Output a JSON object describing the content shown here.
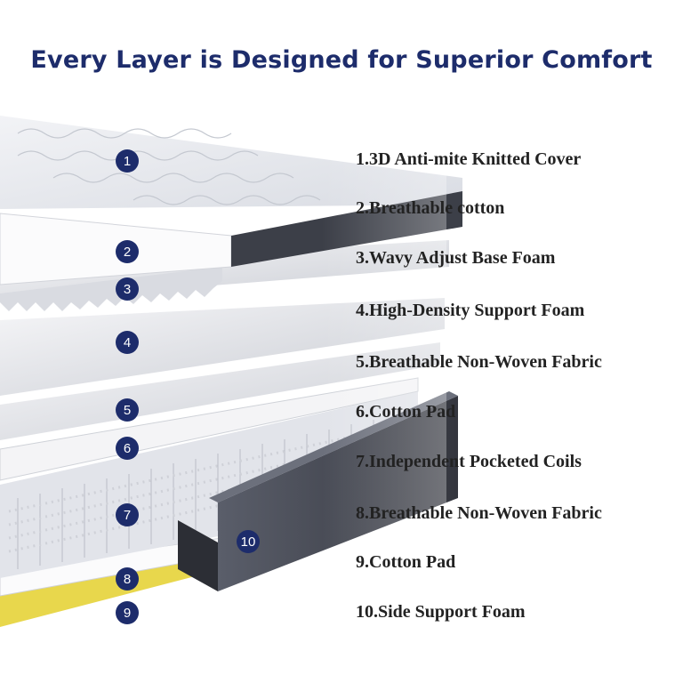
{
  "title": "Every Layer is Designed for Superior Comfort",
  "badges": [
    "1",
    "2",
    "3",
    "4",
    "5",
    "6",
    "7",
    "8",
    "9",
    "10"
  ],
  "layers": [
    "1.3D Anti-mite Knitted Cover",
    "2.Breathable cotton",
    "3.Wavy Adjust Base Foam",
    "4.High-Density Support Foam",
    "5.Breathable Non-Woven Fabric",
    "6.Cotton Pad",
    "7.Independent Pocketed Coils",
    "8.Breathable Non-Woven Fabric",
    "9.Cotton Pad",
    "10.Side Support Foam"
  ],
  "colors": {
    "brand": "#1d2c6b",
    "accent": "#e6d54a",
    "side_foam": "#4a4e5a"
  }
}
